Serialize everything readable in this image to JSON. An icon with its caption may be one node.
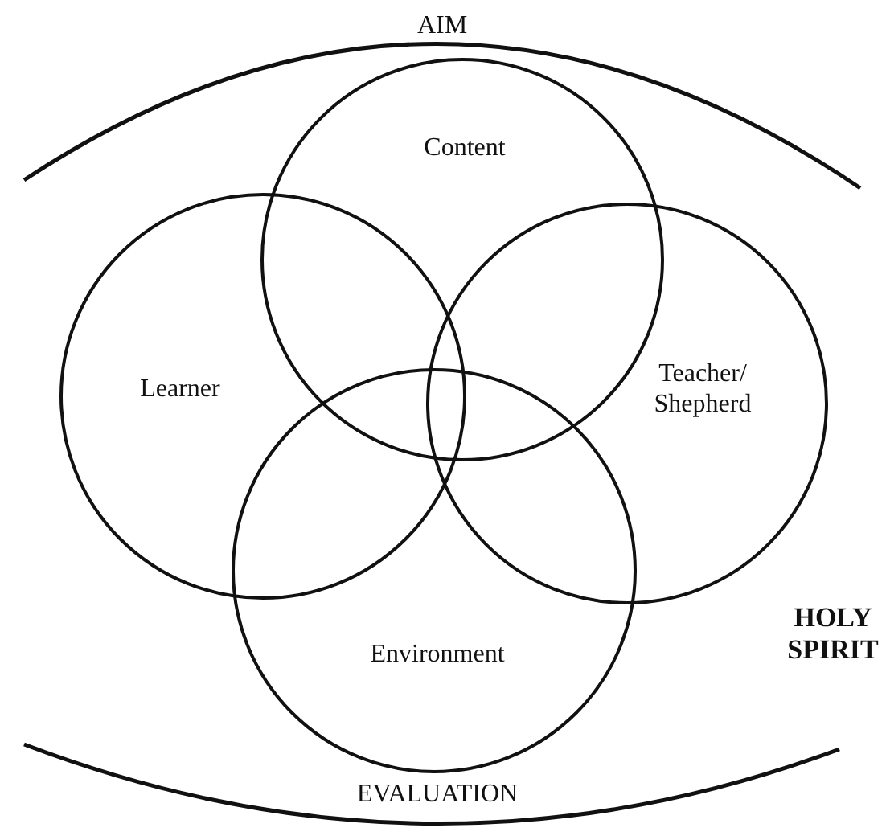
{
  "diagram": {
    "nodes": [
      {
        "text": [
          "Content"
        ]
      },
      {
        "text": [
          "Learner"
        ]
      },
      {
        "text": [
          "Teacher/ Shepherd"
        ]
      },
      {
        "text": [
          "Environment"
        ]
      }
    ],
    "labels": [
      "AIM",
      "HOLY SPIRIT",
      "EVALUATION"
    ]
  }
}
